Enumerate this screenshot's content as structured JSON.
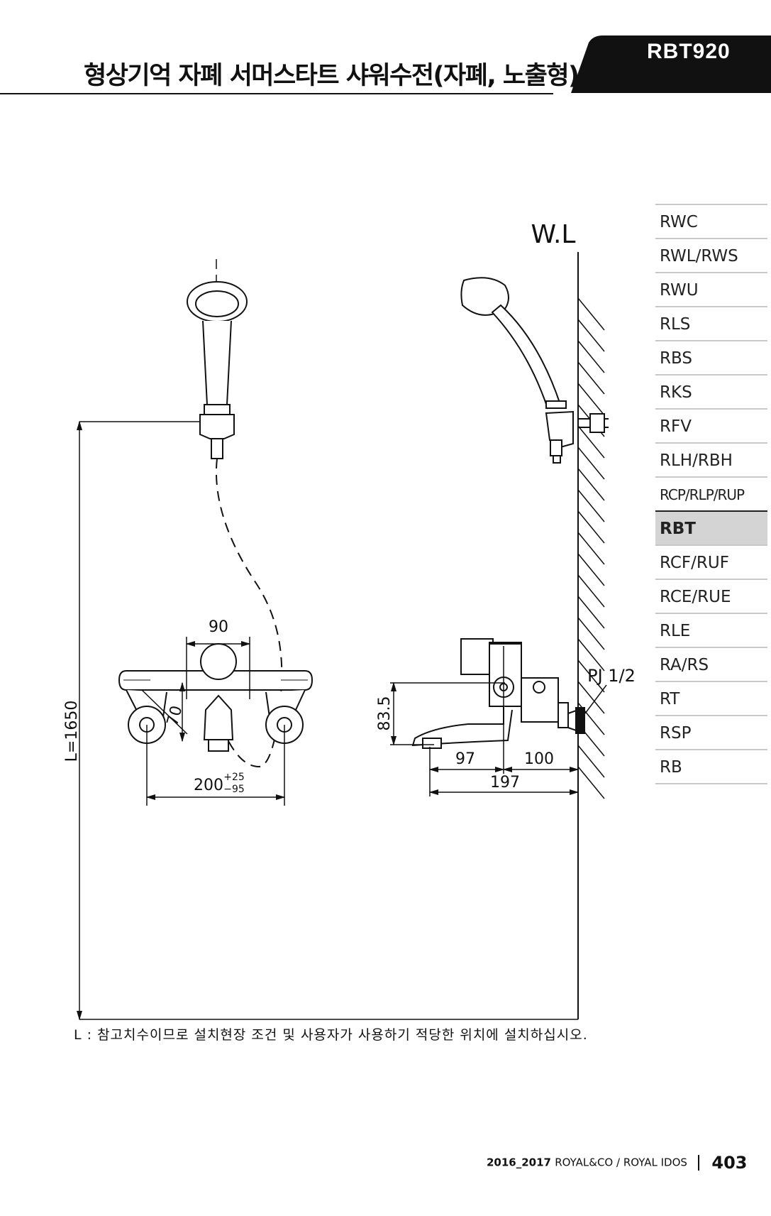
{
  "header": {
    "title": "형상기억 자폐 서머스타트 샤워수전(자폐, 노출형)",
    "model": "RBT920"
  },
  "side_nav": {
    "items": [
      {
        "label": "RWC",
        "active": false
      },
      {
        "label": "RWL/RWS",
        "active": false
      },
      {
        "label": "RWU",
        "active": false
      },
      {
        "label": "RLS",
        "active": false
      },
      {
        "label": "RBS",
        "active": false
      },
      {
        "label": "RKS",
        "active": false
      },
      {
        "label": "RFV",
        "active": false
      },
      {
        "label": "RLH/RBH",
        "active": false
      },
      {
        "label": "RCP/RLP/RUP",
        "active": false
      },
      {
        "label": "RBT",
        "active": true
      },
      {
        "label": "RCF/RUF",
        "active": false
      },
      {
        "label": "RCE/RUE",
        "active": false
      },
      {
        "label": "RLE",
        "active": false
      },
      {
        "label": "RA/RS",
        "active": false
      },
      {
        "label": "RT",
        "active": false
      },
      {
        "label": "RSP",
        "active": false
      },
      {
        "label": "RB",
        "active": false
      }
    ]
  },
  "drawing": {
    "wall_label": "W.L",
    "dim_90": "90",
    "dim_70": "70",
    "dim_200": "200",
    "dim_200_tol_plus": "+25",
    "dim_200_tol_minus": "−95",
    "dim_83_5": "83.5",
    "dim_97": "97",
    "dim_100": "100",
    "dim_197": "197",
    "dim_L": "L=1650",
    "pipe_label": "PJ 1/2"
  },
  "note": "L : 참고치수이므로 설치현장 조건 및 사용자가 사용하기 적당한 위치에 설치하십시오.",
  "footer": {
    "year": "2016_2017",
    "brand": "ROYAL&CO / ROYAL IDOS",
    "page": "403"
  },
  "colors": {
    "tab_black": "#111111",
    "active_bg": "#d4d4d4",
    "rule_gray": "#c8c8c8"
  }
}
